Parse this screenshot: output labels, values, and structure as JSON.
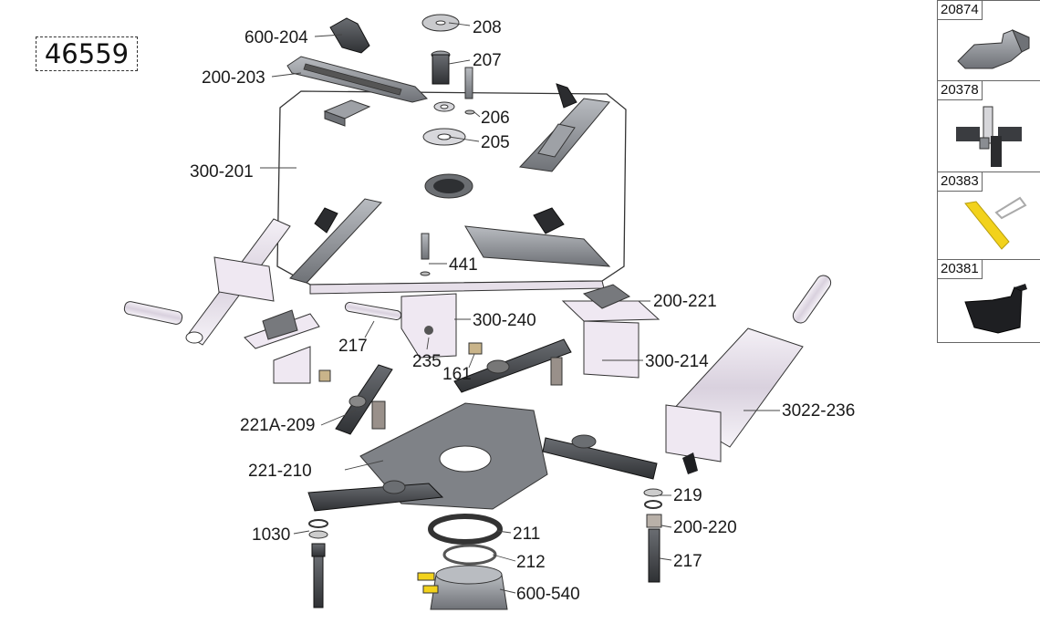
{
  "assembly_number": "46559",
  "callouts": [
    {
      "id": "600-204"
    },
    {
      "id": "208"
    },
    {
      "id": "207"
    },
    {
      "id": "200-203"
    },
    {
      "id": "206"
    },
    {
      "id": "205"
    },
    {
      "id": "300-201"
    },
    {
      "id": "441"
    },
    {
      "id": "200-221"
    },
    {
      "id": "300-240"
    },
    {
      "id": "217"
    },
    {
      "id": "235"
    },
    {
      "id": "161"
    },
    {
      "id": "300-214"
    },
    {
      "id": "3022-236"
    },
    {
      "id": "221A-209"
    },
    {
      "id": "221-210"
    },
    {
      "id": "219"
    },
    {
      "id": "200-220"
    },
    {
      "id": "1030"
    },
    {
      "id": "211"
    },
    {
      "id": "212"
    },
    {
      "id": "217"
    },
    {
      "id": "600-540"
    }
  ],
  "related_parts": [
    {
      "code": "20874",
      "icon": "gripper-jaw-icon"
    },
    {
      "code": "20378",
      "icon": "clamp-assembly-icon"
    },
    {
      "code": "20383",
      "icon": "yellow-tire-lever-icon"
    },
    {
      "code": "20381",
      "icon": "black-mount-head-icon"
    }
  ],
  "colors": {
    "line": "#333333",
    "part_gray": "#8a8d92",
    "part_dark": "#4a4c50",
    "panel_lavender": "#efe8f2",
    "highlight_yellow": "#f2d21c"
  }
}
